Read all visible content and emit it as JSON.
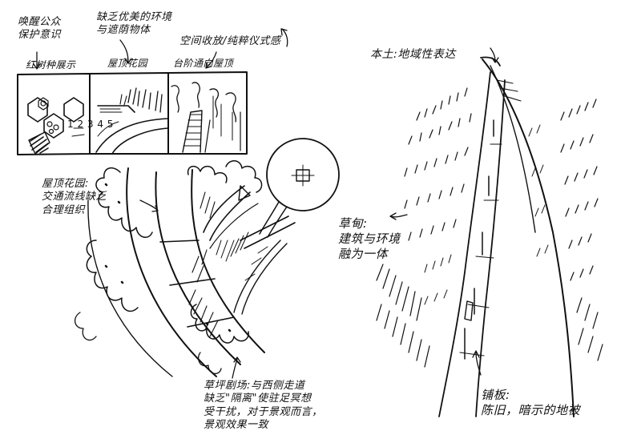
{
  "colors": {
    "ink": "#111111",
    "paper": "#ffffff"
  },
  "notes": {
    "wake_public": [
      "唤醒公众",
      "保护意识"
    ],
    "lack_greenery": [
      "缺乏优美的环境",
      "与遮荫物体"
    ],
    "space_layout": "空间收放/纯粹仪式感",
    "red_tree_label": "红树种展示",
    "roof_garden_label": "屋顶花园",
    "stair_label": "台阶通向屋顶",
    "roof_traffic": [
      "屋顶花园:",
      "交通流线缺乏",
      "合理组织"
    ],
    "regional": "本土:地域性表达",
    "grass_slope": [
      "草甸:",
      "建筑与环境",
      "融为一体"
    ],
    "lawn_plaza": [
      "草坪剧场:与西侧走道",
      "缺乏\"隔离\"使驻足冥想",
      "受干扰，对于景观而言，",
      "景观效果一致"
    ],
    "plank": [
      "铺板:",
      "陈旧，暗示的地被"
    ],
    "hex_numbers": "1 2 3 4 5"
  }
}
